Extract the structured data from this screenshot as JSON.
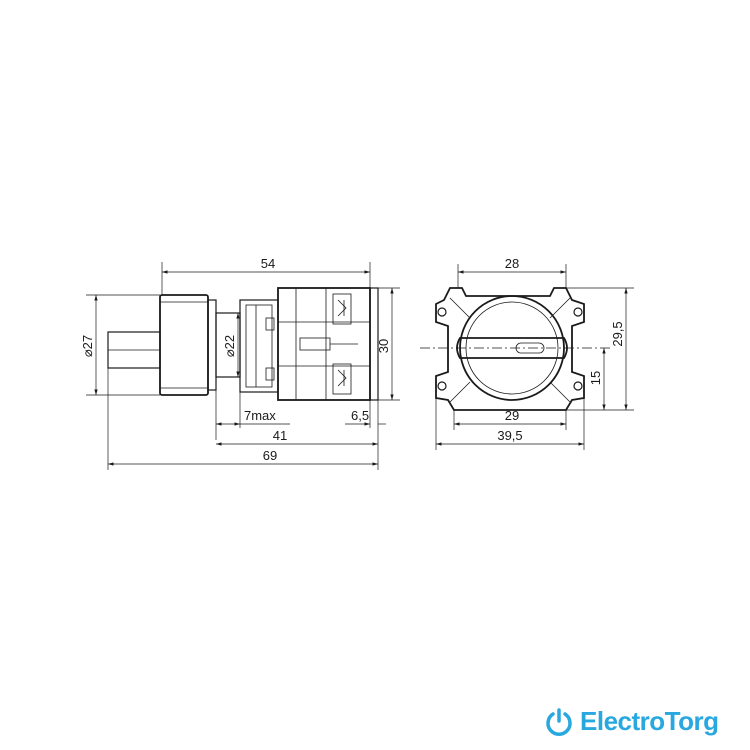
{
  "dimensions": {
    "side_total_width": "54",
    "side_diameter_knob": "⌀27",
    "side_diameter_body": "⌀22",
    "side_height": "30",
    "side_max": "7max",
    "side_small": "6,5",
    "side_41": "41",
    "side_69": "69",
    "front_top": "28",
    "front_inner_bottom": "29",
    "front_total_bottom": "39,5",
    "front_height_total": "29,5",
    "front_height_half": "15"
  },
  "brand": {
    "name": "ElectroTorg",
    "color": "#29a8e0",
    "icon": "power-icon"
  }
}
